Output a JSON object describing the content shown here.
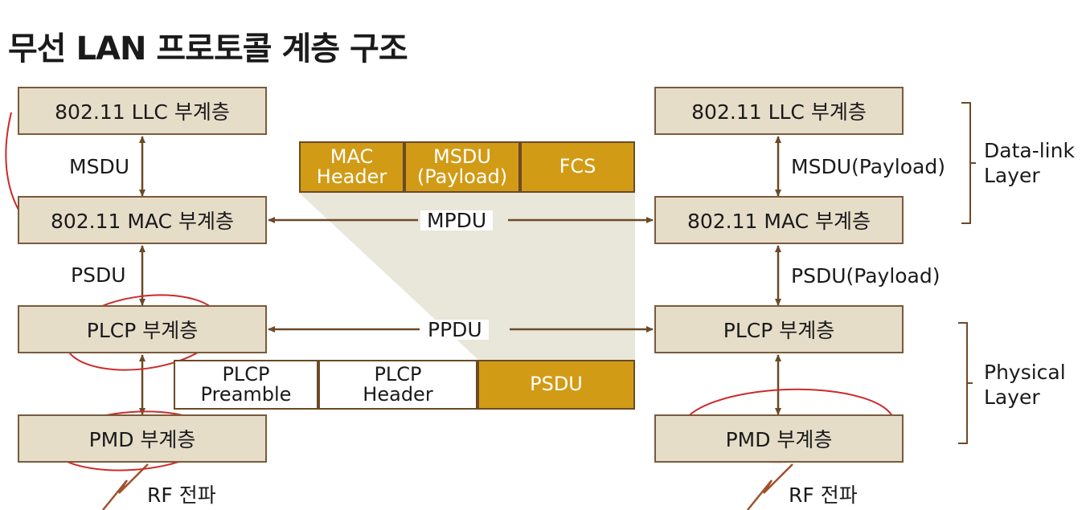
{
  "title": "무선 LAN 프로토콜 계층 구조",
  "left_stack": {
    "llc": "802.11 LLC 부계층",
    "mac": "802.11 MAC 부계층",
    "plcp": "PLCP 부계층",
    "pmd": "PMD 부계층",
    "msdu": "MSDU",
    "psdu": "PSDU",
    "rf": "RF 전파"
  },
  "right_stack": {
    "llc": "802.11 LLC 부계층",
    "mac": "802.11 MAC 부계층",
    "plcp": "PLCP 부계층",
    "pmd": "PMD 부계층",
    "msdu": "MSDU(Payload)",
    "psdu": "PSDU(Payload)",
    "rf": "RF 전파"
  },
  "links": {
    "mpdu": "MPDU",
    "ppdu": "PPDU"
  },
  "mac_frame": [
    {
      "label": "MAC\nHeader",
      "style": "gold"
    },
    {
      "label": "MSDU\n(Payload)",
      "style": "gold"
    },
    {
      "label": "FCS",
      "style": "gold"
    }
  ],
  "ppdu_frame": [
    {
      "label": "PLCP\nPreamble",
      "style": "white"
    },
    {
      "label": "PLCP\nHeader",
      "style": "white"
    },
    {
      "label": "PSDU",
      "style": "gold"
    }
  ],
  "layers": {
    "datalink": "Data-link\nLayer",
    "physical": "Physical\nLayer"
  },
  "colors": {
    "box_fill": "#e6ddc9",
    "box_border": "#7a5a3c",
    "frame_gold": "#d29b16",
    "arrow": "#6b4a26",
    "shade": "#e9e6da",
    "ink_red": "#cc2a2a"
  }
}
